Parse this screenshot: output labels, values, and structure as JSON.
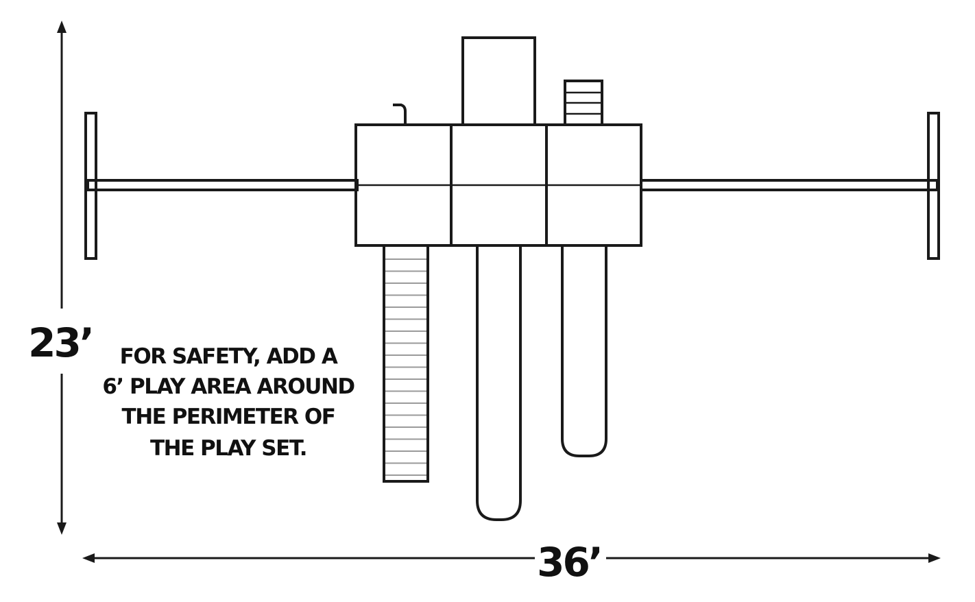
{
  "dimensions": {
    "height_label": "23’",
    "width_label": "36’"
  },
  "note": {
    "lines": [
      "FOR SAFETY, ADD A",
      "6’ PLAY AREA AROUND",
      "THE PERIMETER OF",
      "THE PLAY SET."
    ]
  },
  "colors": {
    "line": "#1a1a1a",
    "background": "#ffffff"
  }
}
